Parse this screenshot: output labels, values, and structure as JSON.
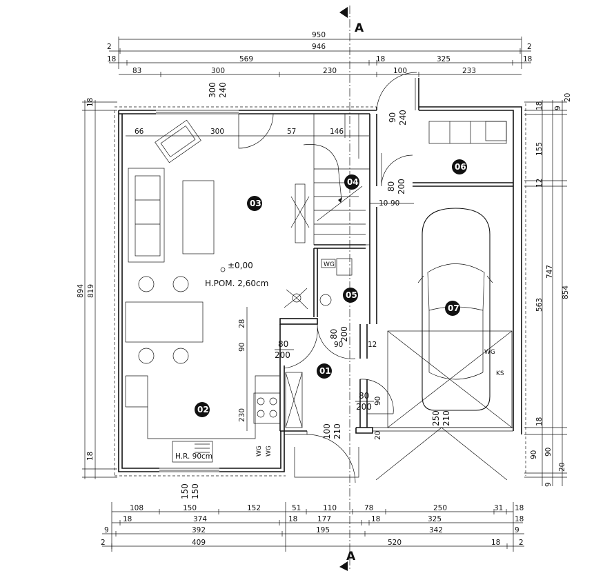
{
  "section_mark": {
    "label": "A"
  },
  "dims_top": {
    "row1": {
      "total": "950"
    },
    "row2": {
      "left": "2",
      "mid": "946",
      "right": "2"
    },
    "row3": {
      "a": "18",
      "b": "569",
      "c": "18",
      "d": "325",
      "e": "18"
    },
    "row4": {
      "a": "83",
      "b": "300",
      "c": "230",
      "d": "100",
      "e": "233"
    }
  },
  "dims_bottom": {
    "row1": {
      "a": "108",
      "b": "150",
      "c": "152",
      "d": "51",
      "e": "110",
      "f": "78",
      "g": "250",
      "h": "31",
      "i": "18"
    },
    "row2": {
      "a": "18",
      "b": "374",
      "c": "18",
      "d": "177",
      "e": "18",
      "f": "325",
      "g": "18"
    },
    "row3": {
      "a": "9",
      "b": "392",
      "c": "195",
      "d": "342",
      "e": "9"
    },
    "row4": {
      "a": "2",
      "b": "409",
      "c": "520",
      "d": "18",
      "e": "2"
    }
  },
  "dims_left": {
    "a": "18",
    "b": "894",
    "c": "819",
    "d": "18"
  },
  "dims_right": {
    "a": "18",
    "b": "9",
    "c": "20",
    "d": "155",
    "e": "12",
    "f": "747",
    "g": "854",
    "h": "563",
    "i": "18",
    "j": "90",
    "k": "90",
    "l": "9",
    "m": "20"
  },
  "inner_dims": {
    "window_top": "300\n240",
    "window_top_a": "300",
    "window_top_b": "240",
    "d66": "66",
    "d300": "300",
    "d57": "57",
    "d146": "146",
    "door_top_a": "90",
    "door_top_b": "240",
    "door_06_a": "80",
    "door_06_b": "200",
    "d10": "10",
    "d90": "90",
    "d28": "28",
    "d90v": "90",
    "d230": "230",
    "door_02_a": "80",
    "door_02_b": "200",
    "door_05_a": "80",
    "door_05_b": "200",
    "d90b": "90",
    "d12": "12",
    "door_07_a": "80",
    "door_07_b": "200",
    "d90c": "90",
    "entry_a": "100",
    "entry_b": "210",
    "garage_a": "250",
    "garage_b": "210",
    "d20": "20",
    "win_bottom_a": "150",
    "win_bottom_b": "150"
  },
  "level": {
    "value": "±0,00",
    "height": "H.POM. 2,60cm"
  },
  "rooms": [
    {
      "id": "03"
    },
    {
      "id": "02"
    },
    {
      "id": "01"
    },
    {
      "id": "04"
    },
    {
      "id": "05"
    },
    {
      "id": "06"
    },
    {
      "id": "07"
    }
  ],
  "labels": {
    "wg1": "WG",
    "wg2": "WG",
    "wg3": "WG",
    "wg4": "WG",
    "ks": "KS",
    "hr": "H.R. 90cm"
  }
}
